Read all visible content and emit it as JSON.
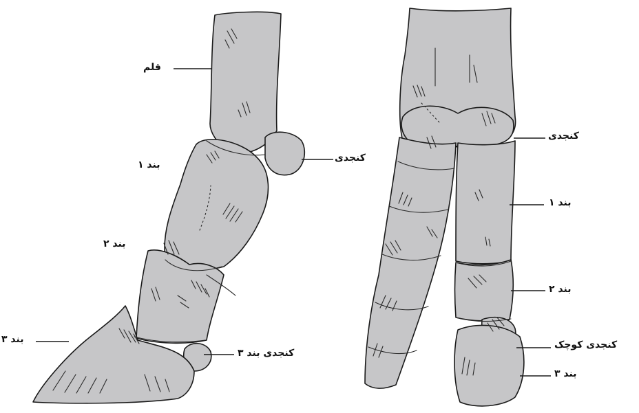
{
  "left_leg": {
    "labels": {
      "qalam": "قلم",
      "konjedi": "کنجدی",
      "band1": "بند ۱",
      "band2": "بند ۲",
      "band3": "بند ۳",
      "konjedi_band3": "کنجدی بند ۳"
    }
  },
  "right_leg": {
    "labels": {
      "konjedi": "کنجدی",
      "band1": "بند ۱",
      "band2": "بند ۲",
      "konjedi_kuchak": "کنجدی کوچک",
      "band3": "بند ۳"
    }
  },
  "colors": {
    "bone_fill": "#c6c6c8",
    "outline": "#1a1a1a"
  }
}
